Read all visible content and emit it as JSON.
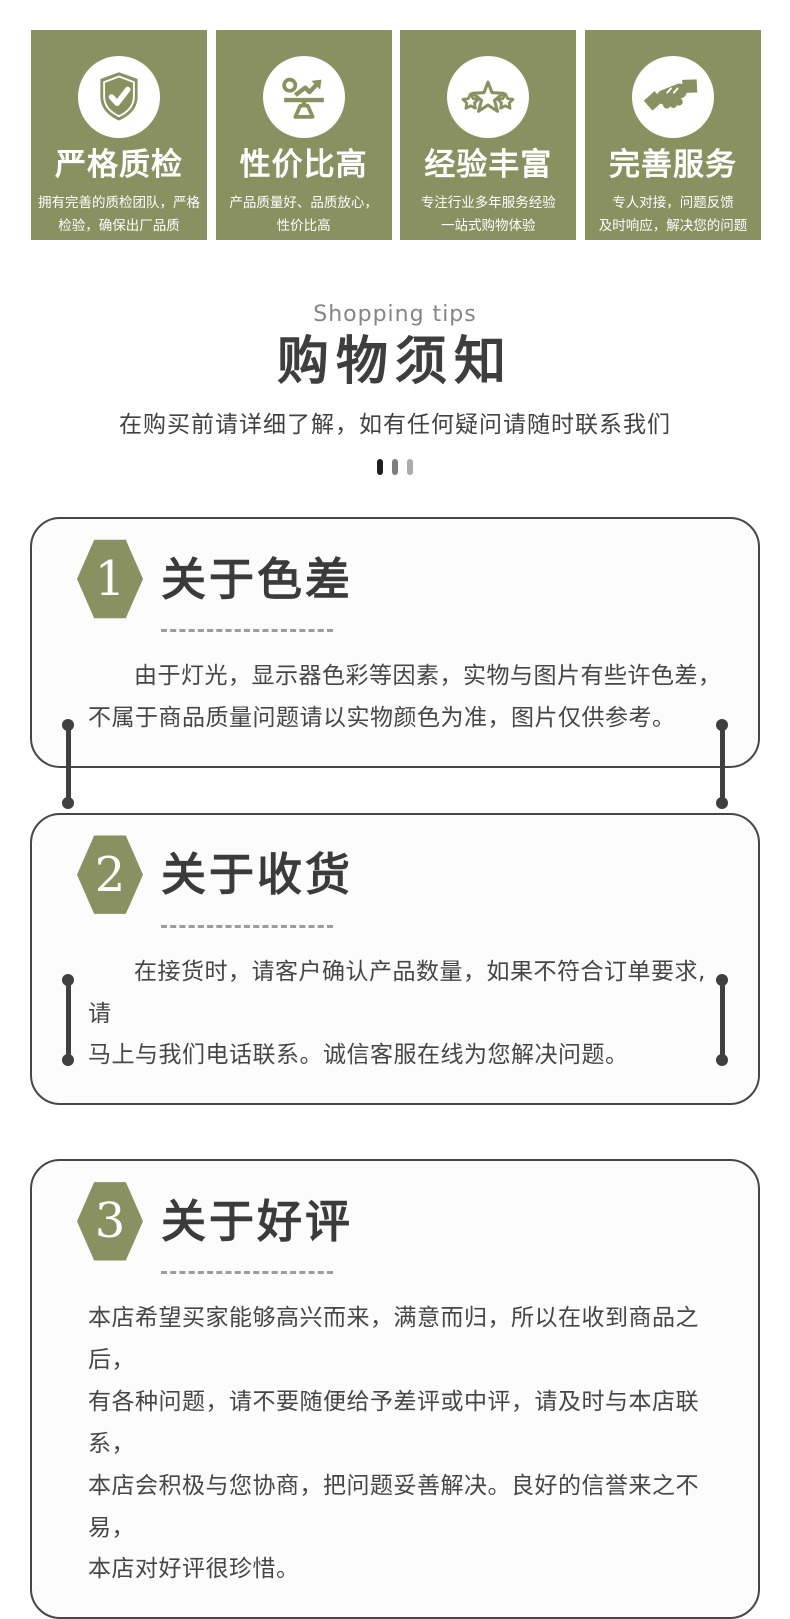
{
  "colors": {
    "brand_olive": "#8A9161",
    "dark_text": "#3D3D3D",
    "connector": "#3F3F3F",
    "divider_bar_colors": [
      "#1F1F1F",
      "#7E7E7E",
      "#ABABAB"
    ]
  },
  "features": [
    {
      "icon": "shield-check-icon",
      "title": "严格质检",
      "desc": "拥有完善的质检团队，严格\n检验，确保出厂品质"
    },
    {
      "icon": "value-scale-icon",
      "title": "性价比高",
      "desc": "产品质量好、品质放心，\n性价比高"
    },
    {
      "icon": "stars-icon",
      "title": "经验丰富",
      "desc": "专注行业多年服务经验\n一站式购物体验"
    },
    {
      "icon": "handshake-icon",
      "title": "完善服务",
      "desc": "专人对接，问题反馈\n及时响应，解决您的问题"
    }
  ],
  "header": {
    "en_subtitle": "Shopping tips",
    "title": "购物须知",
    "description": "在购买前请详细了解，如有任何疑问请随时联系我们"
  },
  "notices": [
    {
      "number": "1",
      "title": "关于色差",
      "body": "由于灯光，显示器色彩等因素，实物与图片有些许色差，\n不属于商品质量问题请以实物颜色为准，图片仅供参考。"
    },
    {
      "number": "2",
      "title": "关于收货",
      "body": "在接货时，请客户确认产品数量，如果不符合订单要求,请\n马上与我们电话联系。诚信客服在线为您解决问题。"
    },
    {
      "number": "3",
      "title": "关于好评",
      "body": "本店希望买家能够高兴而来，满意而归，所以在收到商品之后，\n有各种问题，请不要随便给予差评或中评，请及时与本店联系，\n本店会积极与您协商，把问题妥善解决。良好的信誉来之不易，\n本店对好评很珍惜。"
    }
  ]
}
